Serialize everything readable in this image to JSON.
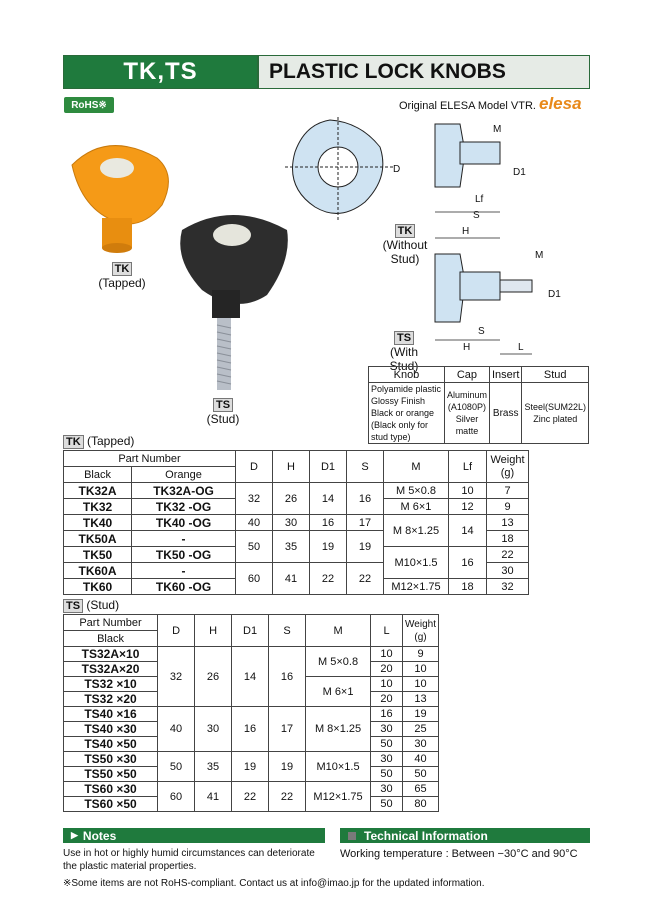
{
  "header": {
    "code": "TK,TS",
    "title": "PLASTIC LOCK KNOBS"
  },
  "rohs": "RoHS",
  "original_model": "Original ELESA Model VTR.",
  "brand": "elesa",
  "photos": {
    "tk": {
      "tag": "TK",
      "caption": "(Tapped)"
    },
    "ts": {
      "tag": "TS",
      "caption": "(Stud)"
    }
  },
  "drawing": {
    "tk_tag": "TK",
    "tk_caption": "(Without Stud)",
    "ts_tag": "TS",
    "ts_caption": "(With Stud)",
    "dims": {
      "d": "D",
      "m": "M",
      "d1": "D1",
      "lf": "Lf",
      "s": "S",
      "h": "H",
      "l": "L"
    }
  },
  "materials": {
    "headers": [
      "Knob",
      "Cap",
      "Insert",
      "Stud"
    ],
    "knob": [
      "Polyamide plastic",
      "Glossy Finish",
      "Black or orange",
      "(Black only for stud type)"
    ],
    "cap": [
      "Aluminum",
      "(A1080P)",
      "Silver matte"
    ],
    "insert": "Brass",
    "stud": [
      "Steel(SUM22L)",
      "Zinc plated"
    ]
  },
  "tk_table": {
    "tag": "TK",
    "caption": "(Tapped)",
    "part_number": "Part Number",
    "black": "Black",
    "orange": "Orange",
    "cols": [
      "D",
      "H",
      "D1",
      "S",
      "M",
      "Lf",
      "Weight",
      "(g)"
    ],
    "rows": [
      {
        "black": "TK32A",
        "orange": "TK32A-OG",
        "weight": "7"
      },
      {
        "black": "TK32",
        "orange": "TK32 -OG",
        "weight": "9"
      },
      {
        "black": "TK40",
        "orange": "TK40 -OG",
        "weight": "13"
      },
      {
        "black": "TK50A",
        "orange": "-",
        "weight": "18"
      },
      {
        "black": "TK50",
        "orange": "TK50 -OG",
        "weight": "22"
      },
      {
        "black": "TK60A",
        "orange": "-",
        "weight": "30"
      },
      {
        "black": "TK60",
        "orange": "TK60 -OG",
        "weight": "32"
      }
    ],
    "groups": [
      {
        "D": "32",
        "H": "26",
        "D1": "14",
        "S": "16"
      },
      {
        "D": "40",
        "H": "30",
        "D1": "16",
        "S": "17"
      },
      {
        "D": "50",
        "H": "35",
        "D1": "19",
        "S": "19"
      },
      {
        "D": "60",
        "H": "41",
        "D1": "22",
        "S": "22"
      }
    ],
    "m": [
      "M 5×0.8",
      "M 6×1",
      "M 8×1.25",
      "M10×1.5",
      "M12×1.75"
    ],
    "lf": [
      "10",
      "12",
      "14",
      "16",
      "18"
    ]
  },
  "ts_table": {
    "tag": "TS",
    "caption": "(Stud)",
    "part_number": "Part Number",
    "black": "Black",
    "cols": [
      "D",
      "H",
      "D1",
      "S",
      "M",
      "L",
      "Weight",
      "(g)"
    ],
    "rows": [
      {
        "black": "TS32A×10",
        "L": "10",
        "weight": "9"
      },
      {
        "black": "TS32A×20",
        "L": "20",
        "weight": "10"
      },
      {
        "black": "TS32 ×10",
        "L": "10",
        "weight": "10"
      },
      {
        "black": "TS32 ×20",
        "L": "20",
        "weight": "13"
      },
      {
        "black": "TS40 ×16",
        "L": "16",
        "weight": "19"
      },
      {
        "black": "TS40 ×30",
        "L": "30",
        "weight": "25"
      },
      {
        "black": "TS40 ×50",
        "L": "50",
        "weight": "30"
      },
      {
        "black": "TS50 ×30",
        "L": "30",
        "weight": "40"
      },
      {
        "black": "TS50 ×50",
        "L": "50",
        "weight": "50"
      },
      {
        "black": "TS60 ×30",
        "L": "30",
        "weight": "65"
      },
      {
        "black": "TS60 ×50",
        "L": "50",
        "weight": "80"
      }
    ],
    "groups": [
      {
        "D": "32",
        "H": "26",
        "D1": "14",
        "S": "16"
      },
      {
        "D": "40",
        "H": "30",
        "D1": "16",
        "S": "17"
      },
      {
        "D": "50",
        "H": "35",
        "D1": "19",
        "S": "19"
      },
      {
        "D": "60",
        "H": "41",
        "D1": "22",
        "S": "22"
      }
    ],
    "m": [
      "M 5×0.8",
      "M 6×1",
      "M 8×1.25",
      "M10×1.5",
      "M12×1.75"
    ]
  },
  "notes": {
    "title": "Notes",
    "text": "Use in hot or highly humid circumstances can deteriorate the plastic material properties."
  },
  "tech": {
    "title": "Technical Information",
    "text": "Working temperature : Between −30°C and 90°C"
  },
  "footer": "※Some items are not RoHS-compliant. Contact us at info@imao.jp for the updated information."
}
